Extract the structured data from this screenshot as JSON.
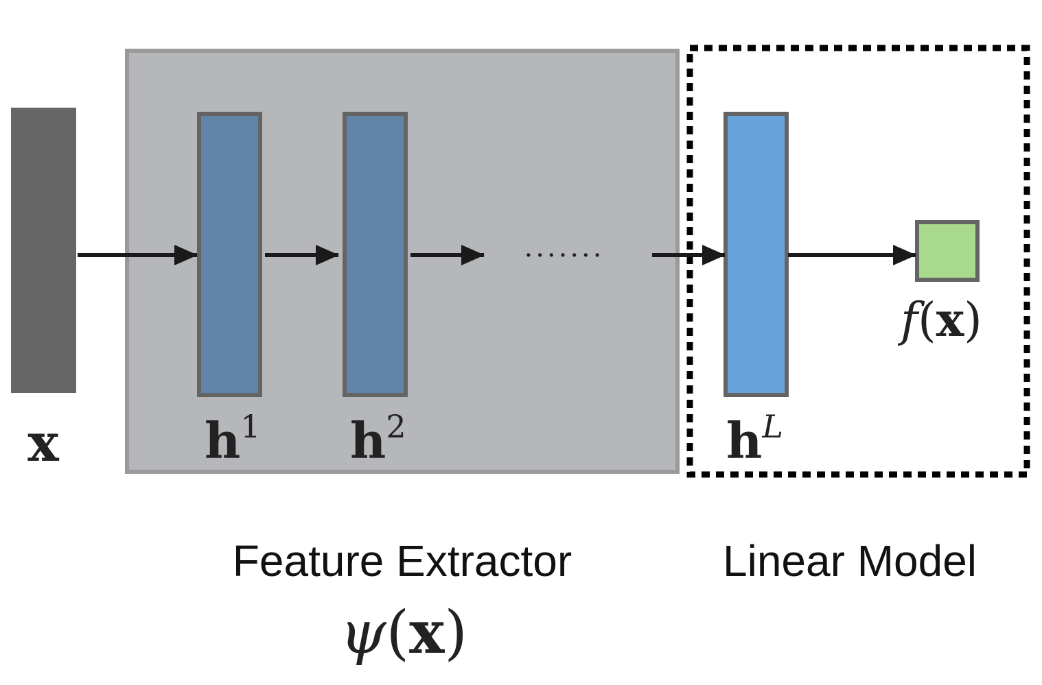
{
  "input": {
    "label": "x"
  },
  "feature_extractor": {
    "caption": "Feature Extractor",
    "formula": {
      "func": "ψ",
      "open": "(",
      "arg": "x",
      "close": ")"
    }
  },
  "layers": [
    {
      "base": "h",
      "sup": "1"
    },
    {
      "base": "h",
      "sup": "2"
    },
    {
      "base": "h",
      "sup": "L"
    }
  ],
  "ellipsis": ".......",
  "linear_model": {
    "caption": "Linear Model"
  },
  "output": {
    "func": "f",
    "open": "(",
    "arg": "x",
    "close": ")"
  },
  "colors": {
    "input_block": "#666666",
    "hidden_block": "#6284a8",
    "last_hidden_block": "#67a3da",
    "block_border": "#646464",
    "output_block": "#a8d98c",
    "extractor_fill": "#b6b7ba",
    "extractor_border": "#9a9a9a",
    "arrow": "#1a1a1a",
    "dashed_border": "#000000"
  },
  "icons": {
    "arrow": "arrow-right-icon"
  }
}
